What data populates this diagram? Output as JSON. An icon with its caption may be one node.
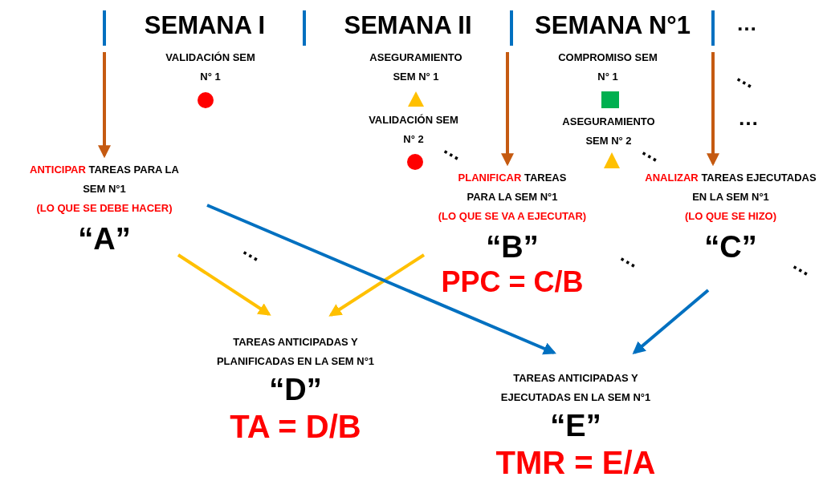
{
  "diagram": {
    "nodes": [
      {
        "text": [
          "ANTICIPAR",
          "TAREAS PARA LA SEM N°1",
          "(LO QUE SE DEBE HACER)",
          "“A”"
        ]
      },
      {
        "text": [
          "PLANIFICAR",
          "TAREAS PARA LA SEM N°1",
          "(LO QUE SE VA A EJECUTAR)",
          "“B”",
          "PPC = C/B"
        ]
      },
      {
        "text": [
          "ANALIZAR",
          "TAREAS EJECUTADAS EN LA SEM N°1",
          "(LO QUE SE HIZO)",
          "“C”"
        ]
      },
      {
        "text": [
          "TAREAS ANTICIPADAS Y PLANIFICADAS EN LA SEM N°1",
          "“D”",
          "TA = D/B"
        ]
      },
      {
        "text": [
          "TAREAS ANTICIPADAS Y EJECUTADAS EN LA SEM N°1",
          "“E”",
          "TMR = E/A"
        ]
      }
    ],
    "edges": [
      {
        "from": null,
        "to": 0,
        "arrow": "to",
        "color": "#c55a11"
      },
      {
        "from": null,
        "to": 1,
        "arrow": "to",
        "color": "#c55a11"
      },
      {
        "from": null,
        "to": 2,
        "arrow": "to",
        "color": "#c55a11"
      },
      {
        "from": 0,
        "to": 3,
        "arrow": "to",
        "color": "#ffc000"
      },
      {
        "from": 1,
        "to": 3,
        "arrow": "to",
        "color": "#ffc000"
      },
      {
        "from": 0,
        "to": 4,
        "arrow": "to",
        "color": "#0070c0"
      },
      {
        "from": 2,
        "to": 4,
        "arrow": "to",
        "color": "#0070c0"
      }
    ],
    "labels": [
      "SEMANA I",
      "SEMANA II",
      "SEMANA N°1",
      "…",
      "VALIDACIÓN SEM N° 1",
      "ASEGURAMIENTO SEM N° 1",
      "COMPROMISO SEM N° 1",
      "…",
      "VALIDACIÓN SEM N° 2",
      "ASEGURAMIENTO SEM N° 2",
      "…",
      "…",
      "…",
      "…",
      "…",
      "…"
    ]
  }
}
